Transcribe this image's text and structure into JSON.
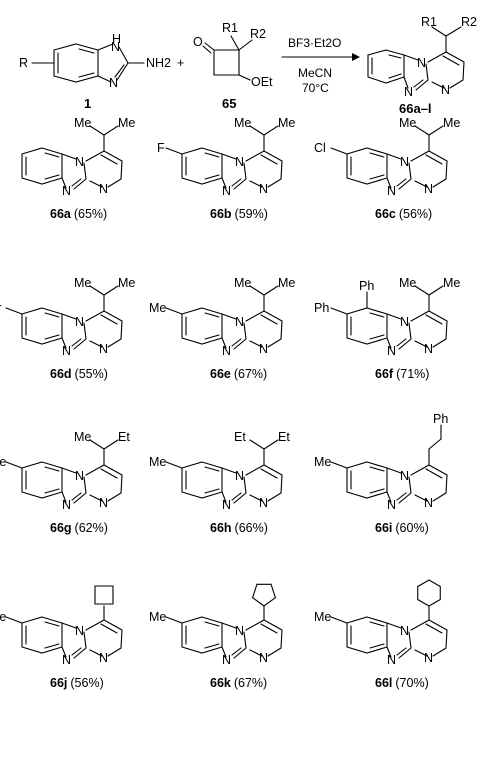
{
  "reaction": {
    "reactant1": {
      "number": "1",
      "r_group": "R",
      "amine_label": "NH2",
      "nh_label": "H"
    },
    "plus": "+",
    "reactant2": {
      "number": "65",
      "r1": "R1",
      "r2": "R2",
      "ethoxy": "OEt",
      "oxygen": "O"
    },
    "conditions": {
      "reagent": "BF3·Et2O",
      "solvent": "MeCN",
      "temperature": "70°C"
    },
    "product": {
      "number": "66a–l",
      "r1": "R1",
      "r2": "R2"
    }
  },
  "products": [
    {
      "id": "66a",
      "yield": "(65%)",
      "subst": "",
      "side": [
        "Me",
        "Me"
      ]
    },
    {
      "id": "66b",
      "yield": "(59%)",
      "subst": "F",
      "side": [
        "Me",
        "Me"
      ]
    },
    {
      "id": "66c",
      "yield": "(56%)",
      "subst": "Cl",
      "side": [
        "Me",
        "Me"
      ]
    },
    {
      "id": "66d",
      "yield": "(55%)",
      "subst": "Br",
      "side": [
        "Me",
        "Me"
      ]
    },
    {
      "id": "66e",
      "yield": "(67%)",
      "subst": "Me",
      "side": [
        "Me",
        "Me"
      ]
    },
    {
      "id": "66f",
      "yield": "(71%)",
      "subst": "Ph",
      "subst2": "Ph",
      "side": [
        "Me",
        "Me"
      ]
    },
    {
      "id": "66g",
      "yield": "(62%)",
      "subst": "Me",
      "side": [
        "Me",
        "Et"
      ]
    },
    {
      "id": "66h",
      "yield": "(66%)",
      "subst": "Me",
      "side": [
        "Et",
        "Et"
      ]
    },
    {
      "id": "66i",
      "yield": "(60%)",
      "subst": "Me",
      "side": [
        "Ph"
      ]
    },
    {
      "id": "66j",
      "yield": "(56%)",
      "subst": "Me",
      "ring": "cyclobutyl"
    },
    {
      "id": "66k",
      "yield": "(67%)",
      "subst": "Me",
      "ring": "cyclopentyl"
    },
    {
      "id": "66l",
      "yield": "(70%)",
      "subst": "Me",
      "ring": "cyclohexyl"
    }
  ]
}
